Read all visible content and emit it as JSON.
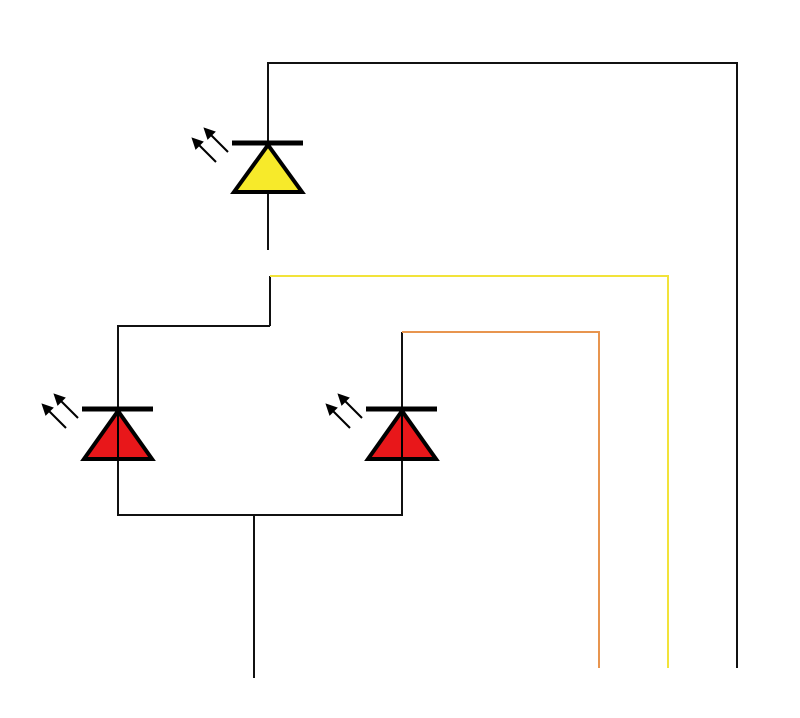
{
  "colors": {
    "background": "#ffffff",
    "wire": "#111111",
    "wire_yellow": "#f2e33a",
    "wire_orange": "#e8954f",
    "led_yellow": "#f7ea2a",
    "led_red": "#e8171a",
    "outline": "#000000"
  },
  "components": [
    {
      "name": "led-yellow",
      "type": "LED",
      "body_color": "yellow",
      "icon": "led-icon"
    },
    {
      "name": "led-red-left",
      "type": "LED",
      "body_color": "red",
      "icon": "led-icon"
    },
    {
      "name": "led-red-right",
      "type": "LED",
      "body_color": "red",
      "icon": "led-icon"
    }
  ],
  "wires": [
    {
      "name": "wire-black-common",
      "color": "black"
    },
    {
      "name": "wire-black-return",
      "color": "black"
    },
    {
      "name": "wire-yellow",
      "color": "yellow"
    },
    {
      "name": "wire-orange",
      "color": "orange"
    }
  ]
}
